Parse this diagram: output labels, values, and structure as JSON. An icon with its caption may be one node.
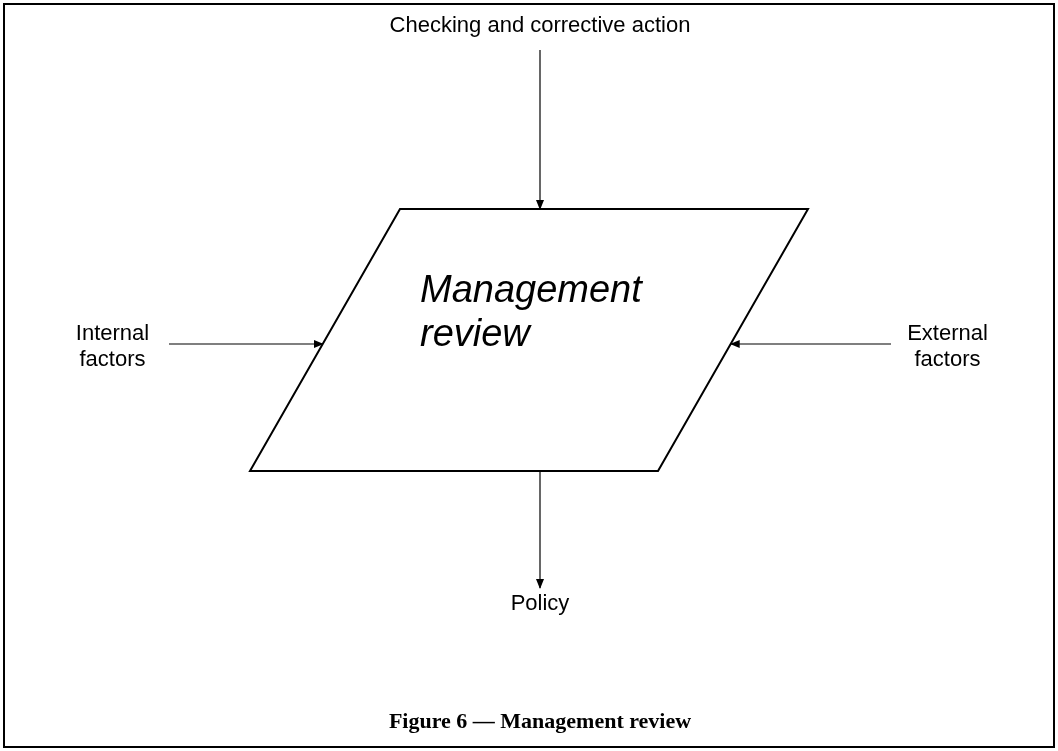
{
  "diagram": {
    "caption": "Figure 6 — Management review",
    "nodes": [
      {
        "text": [
          "Checking and corrective action"
        ]
      },
      {
        "text": [
          "Management review"
        ]
      },
      {
        "text": [
          "Internal factors"
        ]
      },
      {
        "text": [
          "External factors"
        ]
      },
      {
        "text": [
          "Policy"
        ]
      }
    ],
    "edges": [
      {
        "from": 0,
        "to": 1,
        "arrow": "to"
      },
      {
        "from": 2,
        "to": 1,
        "arrow": "to"
      },
      {
        "from": 3,
        "to": 1,
        "arrow": "to"
      },
      {
        "from": 1,
        "to": 4,
        "arrow": "to"
      }
    ]
  }
}
